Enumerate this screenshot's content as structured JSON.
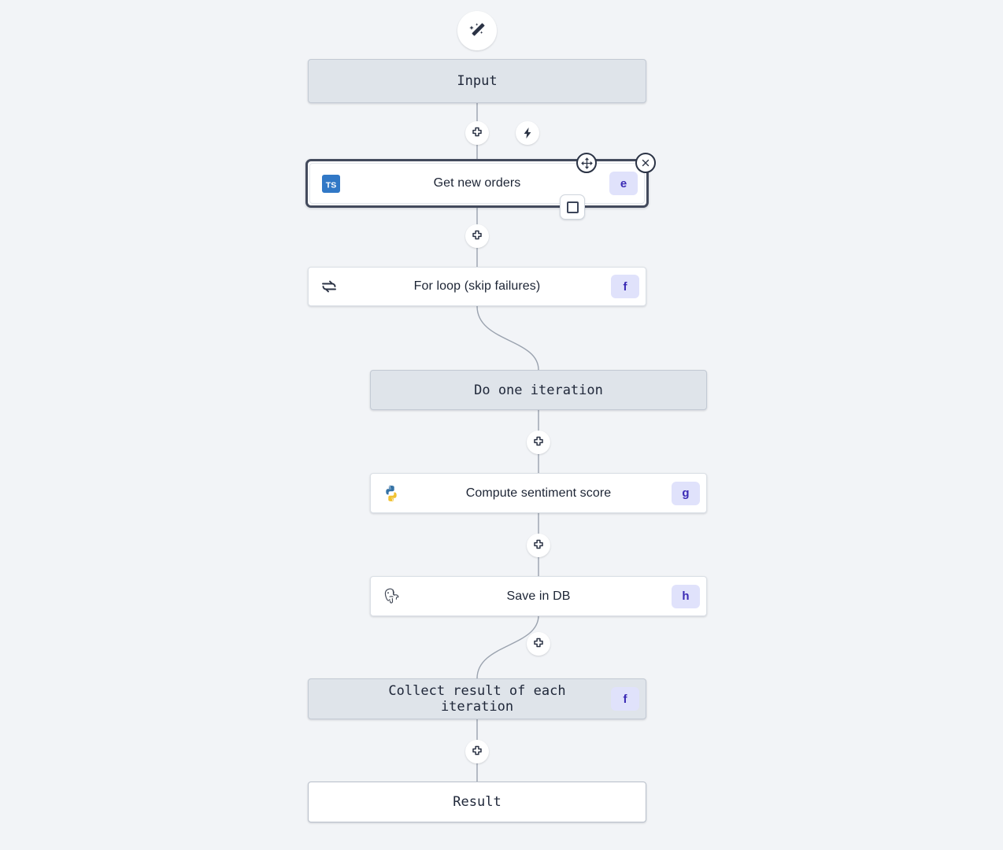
{
  "canvas": {
    "background": "#f2f4f7",
    "accent_badge_bg": "#e0e2fb",
    "accent_badge_fg": "#3b2bb5",
    "module_bg": "#dfe4ea",
    "selection_color": "#434a5c"
  },
  "top_tools": {
    "ai_button": {
      "icon": "magic-wand-icon",
      "title": "AI"
    }
  },
  "nodes": {
    "input": {
      "label": "Input",
      "type": "module"
    },
    "get_new_orders": {
      "label": "Get new orders",
      "badge": "e",
      "icon": "typescript-icon",
      "type": "step",
      "selected": true
    },
    "for_loop": {
      "label": "For loop (skip failures)",
      "badge": "f",
      "icon": "loop-icon",
      "type": "step"
    },
    "do_one_iteration": {
      "label": "Do one iteration",
      "type": "module"
    },
    "compute_sentiment": {
      "label": "Compute sentiment score",
      "badge": "g",
      "icon": "python-icon",
      "type": "step"
    },
    "save_in_db": {
      "label": "Save in DB",
      "badge": "h",
      "icon": "postgresql-icon",
      "type": "step"
    },
    "collect_result": {
      "label": "Collect result of each iteration",
      "badge": "f",
      "type": "module"
    },
    "result": {
      "label": "Result",
      "type": "module"
    }
  },
  "edge_buttons": {
    "add": "add-step-icon",
    "trigger": "lightning-icon"
  },
  "selection_controls": {
    "move": "move-handle-icon",
    "close": "close-icon",
    "checkbox": "select-checkbox"
  }
}
